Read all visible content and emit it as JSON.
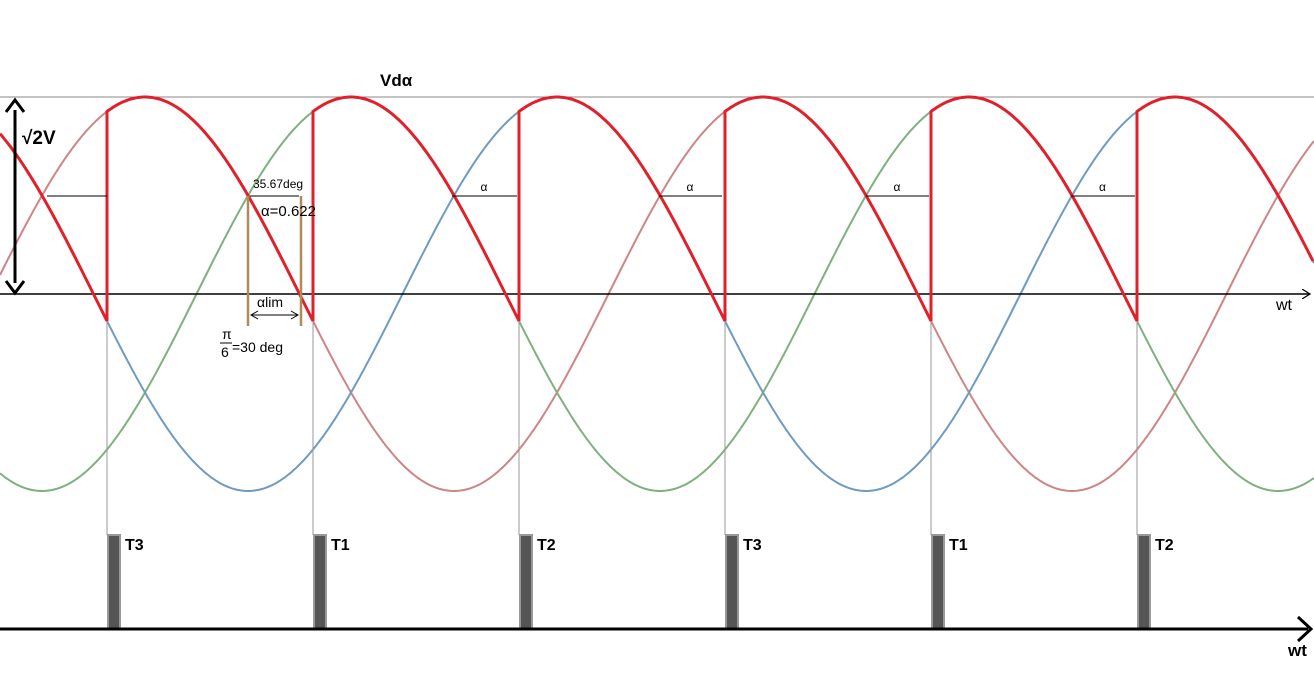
{
  "output_label": "Vdα",
  "amplitude_label": "√2V",
  "axis_label_top": "wt",
  "axis_label_bottom": "wt",
  "alpha_limit_value": "35.67deg",
  "alpha_value": "α=0.622",
  "alpha_lim_label": "αlim",
  "pi_label": "π",
  "six_label": "6",
  "thirty_label": "=30 deg",
  "alpha_marker": "α",
  "thyristors": [
    "T3",
    "T1",
    "T2",
    "T3",
    "T1",
    "T2"
  ],
  "colors": {
    "output": "#e0202a",
    "phase_blue": "#6f9bc2",
    "phase_green": "#7fb07f",
    "phase_red": "#cd8585",
    "guide": "#b08a5a",
    "pulse": "#555555"
  }
}
